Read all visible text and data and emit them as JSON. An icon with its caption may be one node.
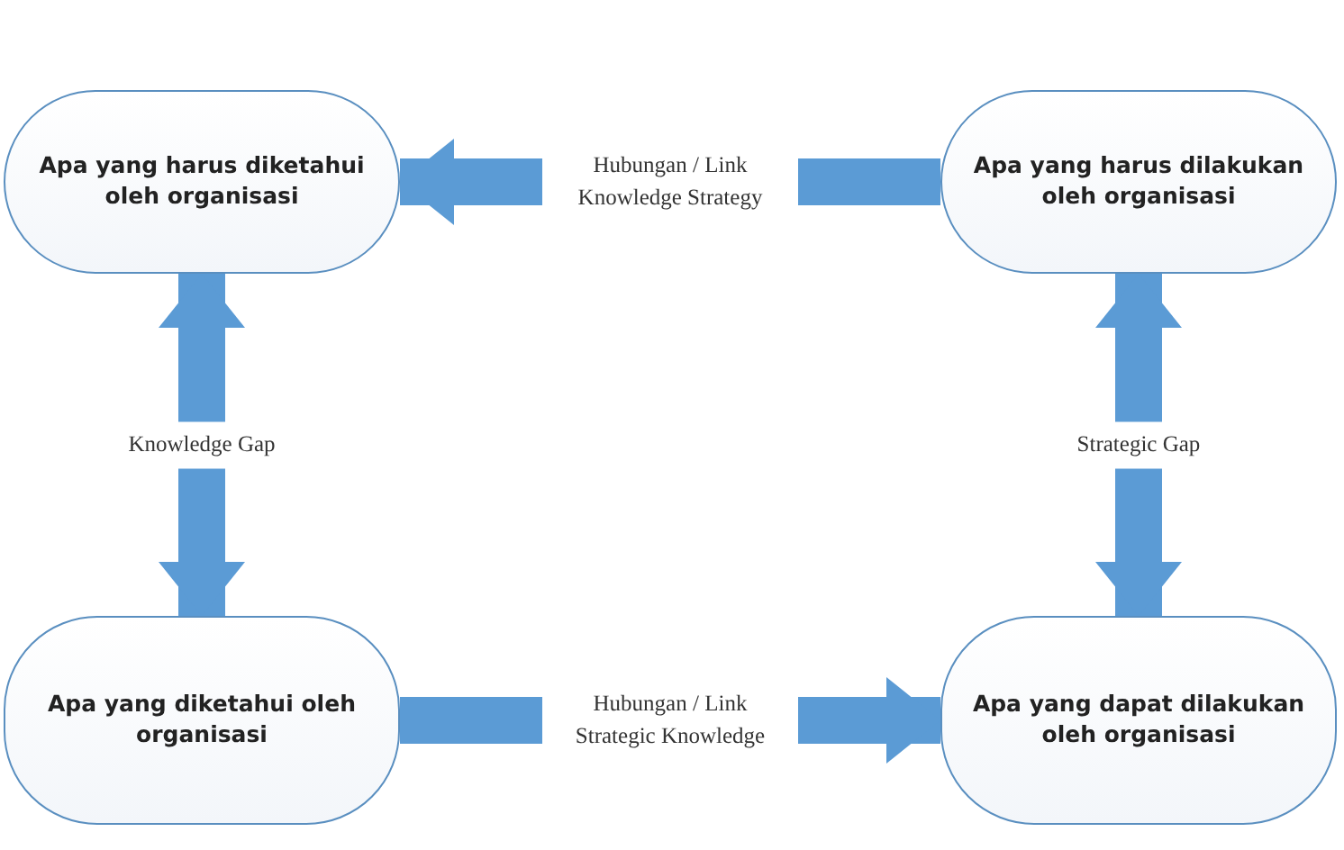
{
  "diagram": {
    "nodes": [
      {
        "text": [
          "Apa yang harus diketahui oleh organisasi"
        ]
      },
      {
        "text": [
          "Apa yang harus dilakukan oleh organisasi"
        ]
      },
      {
        "text": [
          "Apa yang diketahui oleh organisasi"
        ]
      },
      {
        "text": [
          "Apa yang dapat dilakukan oleh organisasi"
        ]
      }
    ],
    "edges": [
      {
        "from": 1,
        "to": 0,
        "arrow": "to",
        "label": "Hubungan / Link Knowledge Strategy"
      },
      {
        "from": 0,
        "to": 2,
        "arrow": "both",
        "label": "Knowledge Gap"
      },
      {
        "from": 1,
        "to": 3,
        "arrow": "both",
        "label": "Strategic Gap"
      },
      {
        "from": 2,
        "to": 3,
        "arrow": "to",
        "label": "Hubungan / Link Strategic Knowledge"
      }
    ]
  }
}
